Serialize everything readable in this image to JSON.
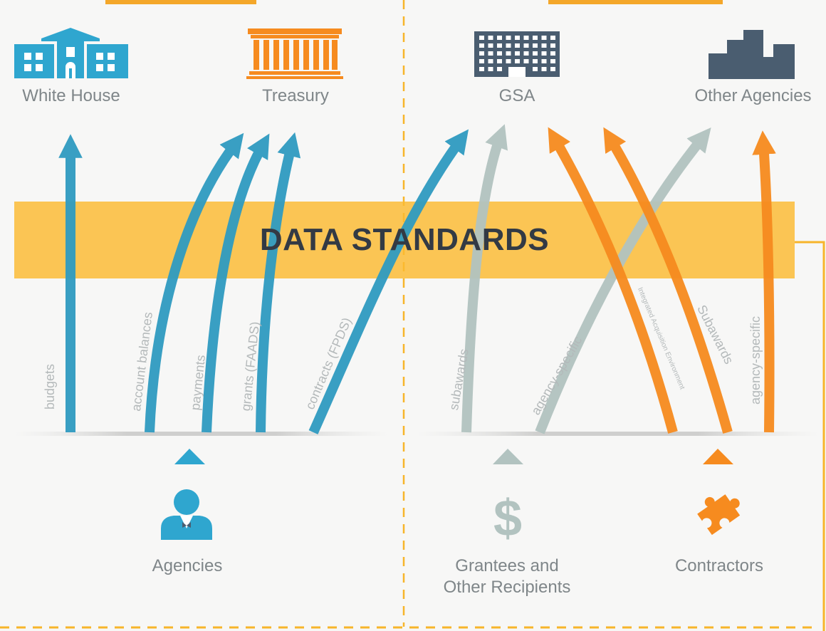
{
  "header": {
    "left_title_fragment": "",
    "right_title_fragment": ""
  },
  "destinations": {
    "white_house": {
      "label": "White House",
      "icon": "white-house-icon"
    },
    "treasury": {
      "label": "Treasury",
      "icon": "treasury-icon"
    },
    "gsa": {
      "label": "GSA",
      "icon": "gsa-building-icon"
    },
    "other_agencies": {
      "label": "Other Agencies",
      "icon": "other-agencies-icon"
    }
  },
  "banner": {
    "label": "DATA STANDARDS",
    "color": "#fbb92f"
  },
  "flows": {
    "budgets": "budgets",
    "account_balances": "account balances",
    "payments": "payments",
    "grants": "grants (FAADS)",
    "contracts": "contracts (FPDS)",
    "subawards_grantees": "subawards",
    "agency_specific_grantees": "agency-specific",
    "iae": "Integrated Acquisition Environment",
    "subawards_contractors": "Subawards",
    "agency_specific_contractors": "agency-specific"
  },
  "sources": {
    "agencies": {
      "label": "Agencies",
      "icon": "person-icon"
    },
    "grantees": {
      "label": "Grantees and Other Recipients",
      "icon": "dollar-icon"
    },
    "contractors": {
      "label": "Contractors",
      "icon": "puzzle-piece-icon"
    }
  },
  "colors": {
    "blue": "#2f9bc1",
    "gray": "#b2c3c0",
    "orange": "#f68b1f",
    "navy": "#4a5d70",
    "dashed": "#f7b52a",
    "text": "#7f8689"
  }
}
